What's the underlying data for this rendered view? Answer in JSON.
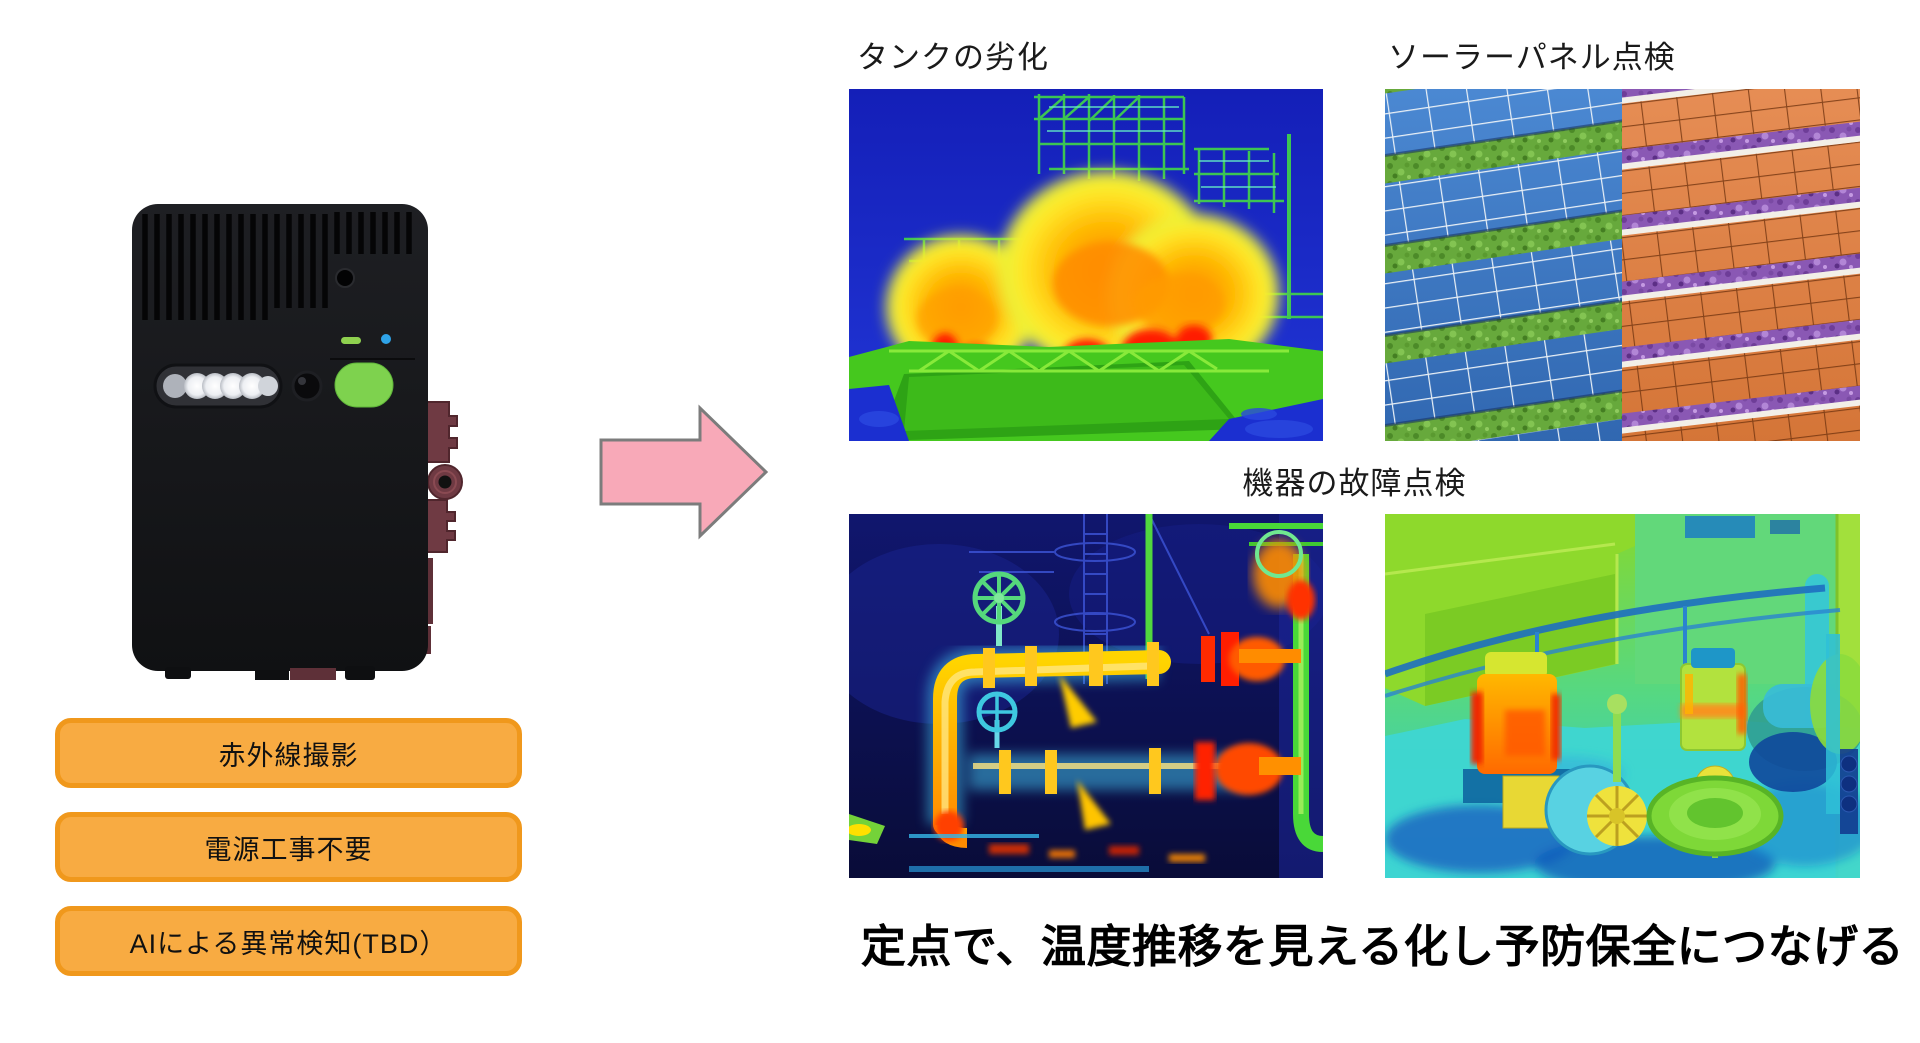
{
  "slide": {
    "background_color": "#FFFFFF",
    "caption": "定点で、温度推移を見える化し予防保全につなげる"
  },
  "device_panel": {
    "features": [
      {
        "label": "赤外線撮影"
      },
      {
        "label": "電源工事不要"
      },
      {
        "label": "AIによる異常検知(TBD）"
      }
    ],
    "feature_style": {
      "fill": "#F8AB42",
      "border": "#F0981C",
      "text_color": "#111111"
    },
    "indicators": {
      "power_button": "#7ED24E",
      "status_led": "#2FA3E8",
      "battery_dash": "#8FD14F",
      "body": "#17181B",
      "bracket": "#6F3A43"
    }
  },
  "flow_arrow": {
    "fill": "#F8A9B8",
    "border": "#7C7C7C",
    "direction": "right"
  },
  "use_cases": {
    "tank": {
      "label": "タンクの劣化"
    },
    "solar": {
      "label": "ソーラーパネル点検"
    },
    "equipment": {
      "label": "機器の故障点検"
    }
  }
}
